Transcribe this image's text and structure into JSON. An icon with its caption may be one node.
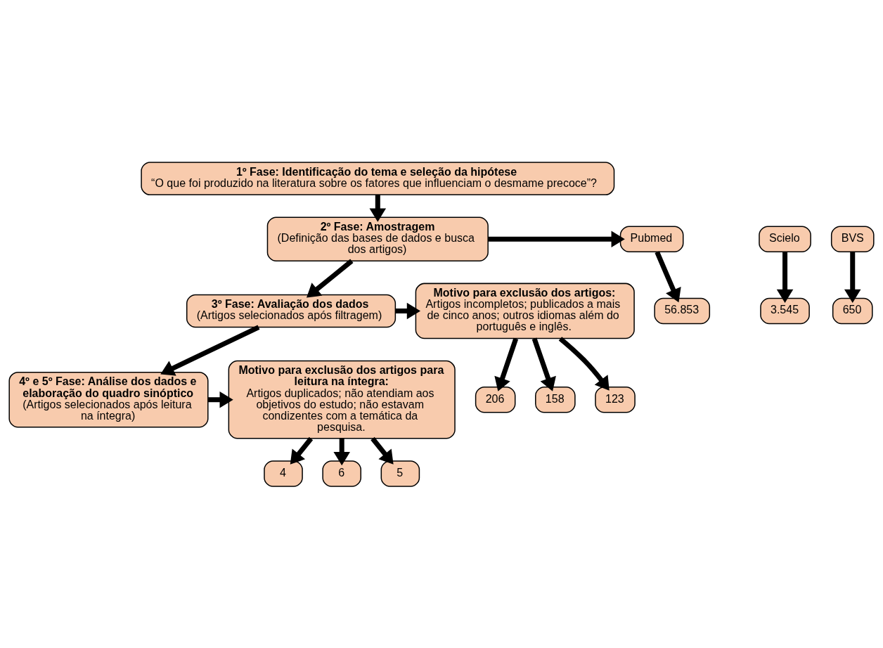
{
  "diagram": {
    "nodes": [
      {
        "text": [
          "1º Fase: Identificação do tema e seleção da hipótese",
          "“O que foi produzido na literatura sobre os fatores que influenciam o desmame precoce”?"
        ]
      },
      {
        "text": [
          "2º Fase: Amostragem",
          "(Definição das bases de dados e busca dos artigos)"
        ]
      },
      {
        "text": [
          "Pubmed"
        ]
      },
      {
        "text": [
          "Scielo"
        ]
      },
      {
        "text": [
          "BVS"
        ]
      },
      {
        "text": [
          "56.853"
        ]
      },
      {
        "text": [
          "3.545"
        ]
      },
      {
        "text": [
          "650"
        ]
      },
      {
        "text": [
          "3º Fase: Avaliação dos dados",
          "(Artigos selecionados após filtragem)"
        ]
      },
      {
        "text": [
          "Motivo para exclusão dos artigos:",
          "Artigos incompletos; publicados a mais de cinco anos; outros idiomas além do português e inglês."
        ]
      },
      {
        "text": [
          "206"
        ]
      },
      {
        "text": [
          "158"
        ]
      },
      {
        "text": [
          "123"
        ]
      },
      {
        "text": [
          "4º e 5º Fase: Análise dos dados e elaboração do quadro sinóptico",
          "(Artigos selecionados após leitura na íntegra)"
        ]
      },
      {
        "text": [
          "Motivo para exclusão dos artigos para leitura na íntegra:",
          "Artigos duplicados; não atendiam aos objetivos do estudo; não estavam condizentes com a temática da pesquisa."
        ]
      },
      {
        "text": [
          "4"
        ]
      },
      {
        "text": [
          "6"
        ]
      },
      {
        "text": [
          "5"
        ]
      }
    ],
    "edges": [
      {
        "from": 0,
        "to": 1,
        "arrow": "to"
      },
      {
        "from": 1,
        "to": 2,
        "arrow": "to"
      },
      {
        "from": 2,
        "to": 5,
        "arrow": "to"
      },
      {
        "from": 3,
        "to": 6,
        "arrow": "to"
      },
      {
        "from": 4,
        "to": 7,
        "arrow": "to"
      },
      {
        "from": 1,
        "to": 8,
        "arrow": "to"
      },
      {
        "from": 8,
        "to": 9,
        "arrow": "to"
      },
      {
        "from": 9,
        "to": 10,
        "arrow": "to"
      },
      {
        "from": 9,
        "to": 11,
        "arrow": "to"
      },
      {
        "from": 9,
        "to": 12,
        "arrow": "to"
      },
      {
        "from": 8,
        "to": 13,
        "arrow": "to"
      },
      {
        "from": 13,
        "to": 14,
        "arrow": "to"
      },
      {
        "from": 14,
        "to": 15,
        "arrow": "to"
      },
      {
        "from": 14,
        "to": 16,
        "arrow": "to"
      },
      {
        "from": 14,
        "to": 17,
        "arrow": "to"
      }
    ]
  }
}
